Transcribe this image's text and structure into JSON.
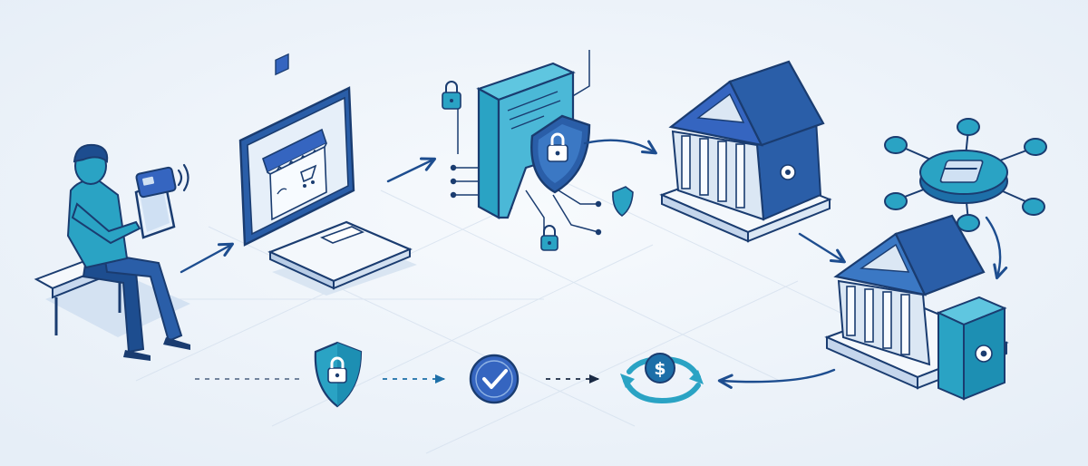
{
  "diagram": {
    "type": "payment-flow",
    "nodes": [
      {
        "id": "customer",
        "icon": "person-with-phone-icon"
      },
      {
        "id": "online-store",
        "icon": "laptop-storefront-icon"
      },
      {
        "id": "payment-gateway",
        "icon": "secure-gateway-icon"
      },
      {
        "id": "acquiring-bank",
        "icon": "bank-icon"
      },
      {
        "id": "card-network",
        "icon": "card-network-hub-icon"
      },
      {
        "id": "issuing-bank",
        "icon": "bank-with-vault-icon"
      }
    ],
    "status_row": [
      {
        "id": "secured",
        "icon": "shield-lock-icon"
      },
      {
        "id": "approved",
        "icon": "check-circle-icon"
      },
      {
        "id": "settlement",
        "icon": "dollar-cycle-icon"
      }
    ],
    "colors": {
      "background": "#eef3f9",
      "primary_blue": "#3565c0",
      "dark_blue": "#1d4d8f",
      "teal": "#2aa3c4",
      "navy_outline": "#1a3c70",
      "light_blue": "#cfe0f3"
    }
  }
}
